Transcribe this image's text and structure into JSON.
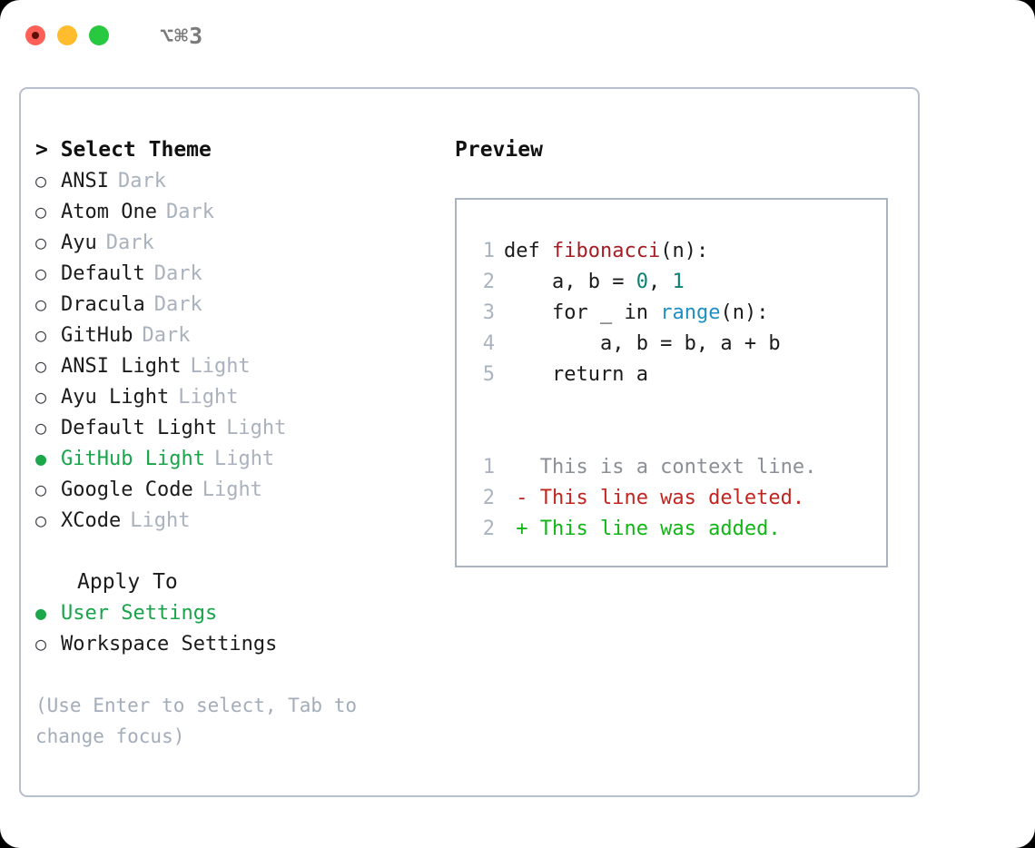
{
  "titlebar": {
    "lights": [
      {
        "name": "close",
        "color": "#ff6159"
      },
      {
        "name": "minimize",
        "color": "#ffbd2e"
      },
      {
        "name": "maximize",
        "color": "#28c840"
      }
    ],
    "shortcut": "⌥⌘3"
  },
  "theme_picker": {
    "heading": "> Select Theme",
    "selected_bullet": "●",
    "unselected_bullet": "○",
    "items": [
      {
        "label": "ANSI",
        "tag": "Dark",
        "selected": false
      },
      {
        "label": "Atom One",
        "tag": "Dark",
        "selected": false
      },
      {
        "label": "Ayu",
        "tag": "Dark",
        "selected": false
      },
      {
        "label": "Default",
        "tag": "Dark",
        "selected": false
      },
      {
        "label": "Dracula",
        "tag": "Dark",
        "selected": false
      },
      {
        "label": "GitHub",
        "tag": "Dark",
        "selected": false
      },
      {
        "label": "ANSI Light",
        "tag": "Light",
        "selected": false
      },
      {
        "label": "Ayu Light",
        "tag": "Light",
        "selected": false
      },
      {
        "label": "Default Light",
        "tag": "Light",
        "selected": false
      },
      {
        "label": "GitHub Light",
        "tag": "Light",
        "selected": true
      },
      {
        "label": "Google Code",
        "tag": "Light",
        "selected": false
      },
      {
        "label": "XCode",
        "tag": "Light",
        "selected": false
      }
    ]
  },
  "apply_to": {
    "heading": "Apply To",
    "items": [
      {
        "label": "User Settings",
        "selected": true
      },
      {
        "label": "Workspace Settings",
        "selected": false
      }
    ]
  },
  "help": {
    "line1": "(Use Enter to select, Tab to",
    "line2": "change focus)"
  },
  "preview": {
    "title": "Preview",
    "code_lines": [
      {
        "no": "1",
        "tokens": [
          {
            "text": "def ",
            "style": "kw"
          },
          {
            "text": "fibonacci",
            "style": "fn"
          },
          {
            "text": "(n):",
            "style": "plain"
          }
        ]
      },
      {
        "no": "2",
        "tokens": [
          {
            "text": "    a, b = ",
            "style": "plain"
          },
          {
            "text": "0",
            "style": "num"
          },
          {
            "text": ", ",
            "style": "plain"
          },
          {
            "text": "1",
            "style": "num"
          }
        ]
      },
      {
        "no": "3",
        "tokens": [
          {
            "text": "    for ",
            "style": "kw"
          },
          {
            "text": "_ ",
            "style": "plain"
          },
          {
            "text": "in ",
            "style": "kw"
          },
          {
            "text": "range",
            "style": "call"
          },
          {
            "text": "(n):",
            "style": "plain"
          }
        ]
      },
      {
        "no": "4",
        "tokens": [
          {
            "text": "        a, b = b, a + b",
            "style": "plain"
          }
        ]
      },
      {
        "no": "5",
        "tokens": [
          {
            "text": "    return a",
            "style": "kw"
          }
        ]
      }
    ],
    "diff_lines": [
      {
        "no": "1",
        "text": "   This is a context line.",
        "style": "ctx"
      },
      {
        "no": "2",
        "text": " - This line was deleted.",
        "style": "del"
      },
      {
        "no": "2",
        "text": " + This line was added.",
        "style": "add"
      }
    ]
  },
  "colors": {
    "accent_green": "#18a44a",
    "muted": "#a9b2bd",
    "border": "#b6bfcb",
    "code_function": "#a41d22",
    "code_number": "#0d8074",
    "code_call": "#1f8fc4",
    "diff_delete": "#c1251f",
    "diff_add": "#12b517"
  }
}
